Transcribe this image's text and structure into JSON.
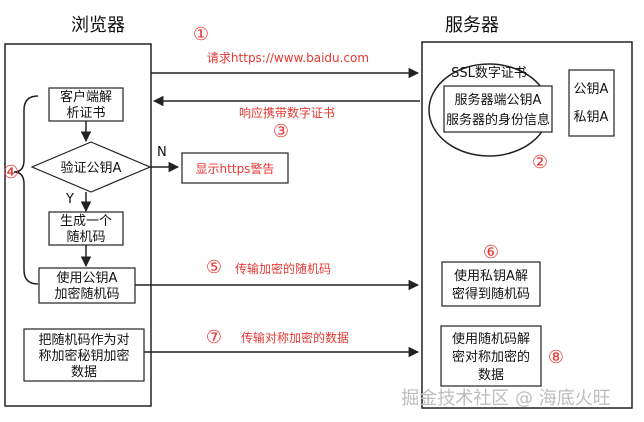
{
  "headers": {
    "browser": "浏览器",
    "server": "服务器"
  },
  "browser_steps": {
    "parse_cert": [
      "客户端解",
      "析证书"
    ],
    "verify": "验证公钥A",
    "random": [
      "生成一个",
      "随机码"
    ],
    "encrypt": [
      "使用公钥A",
      "加密随机码"
    ],
    "symmetric": [
      "把随机码作为对",
      "称加密秘钥加密",
      "数据"
    ]
  },
  "branch": {
    "no": "N",
    "yes": "Y",
    "warning": "显示https警告"
  },
  "server": {
    "ssl_cert": "SSL数字证书",
    "cert_content": [
      "服务器端公钥A",
      "服务器的身份信息"
    ],
    "keys": [
      "公钥A",
      "私钥A"
    ],
    "decrypt": [
      "使用私钥A解",
      "密得到随机码"
    ],
    "decrypt_data": [
      "使用随机码解",
      "密对称加密的",
      "数据"
    ]
  },
  "messages": {
    "m1": "请求https://www.baidu.com",
    "m3": "响应携带数字证书",
    "m5": "传输加密的随机码",
    "m7": "传输对称加密的数据"
  },
  "step_numbers": [
    "①",
    "②",
    "③",
    "④",
    "⑤",
    "⑥",
    "⑦",
    "⑧"
  ],
  "watermark": "掘金技术社区 @ 海底火旺",
  "colors": {
    "accent": "#e53935",
    "line": "#222222"
  }
}
